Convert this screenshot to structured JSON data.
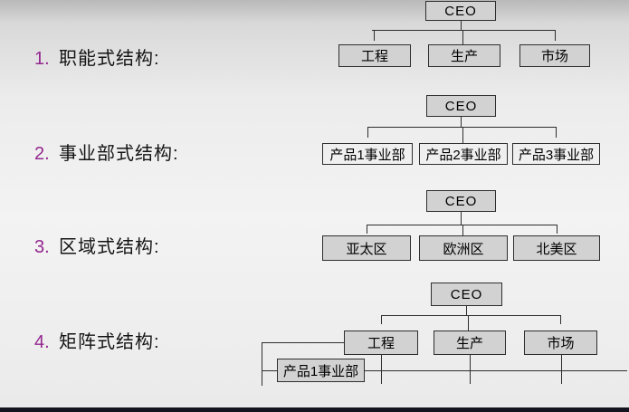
{
  "slide": {
    "colors": {
      "number_accent": "#93278f",
      "label_text": "#141414",
      "box_fill": "#d2d2d2",
      "box_border": "#2e2e2e",
      "connector": "#2e2e2e",
      "bottom_bar": "#14141e"
    }
  },
  "sections": [
    {
      "number": "1.",
      "label": "职能式结构:",
      "diagram": {
        "type": "org-chart",
        "root": "CEO",
        "children": [
          "工程",
          "生产",
          "市场"
        ]
      }
    },
    {
      "number": "2.",
      "label": "事业部式结构:",
      "diagram": {
        "type": "org-chart",
        "root": "CEO",
        "children": [
          "产品1事业部",
          "产品2事业部",
          "产品3事业部"
        ]
      }
    },
    {
      "number": "3.",
      "label": "区域式结构:",
      "diagram": {
        "type": "org-chart",
        "root": "CEO",
        "children": [
          "亚太区",
          "欧洲区",
          "北美区"
        ]
      }
    },
    {
      "number": "4.",
      "label": "矩阵式结构:",
      "diagram": {
        "type": "org-chart-matrix",
        "root": "CEO",
        "children": [
          "工程",
          "生产",
          "市场"
        ],
        "matrix_row": "产品1事业部"
      }
    }
  ]
}
